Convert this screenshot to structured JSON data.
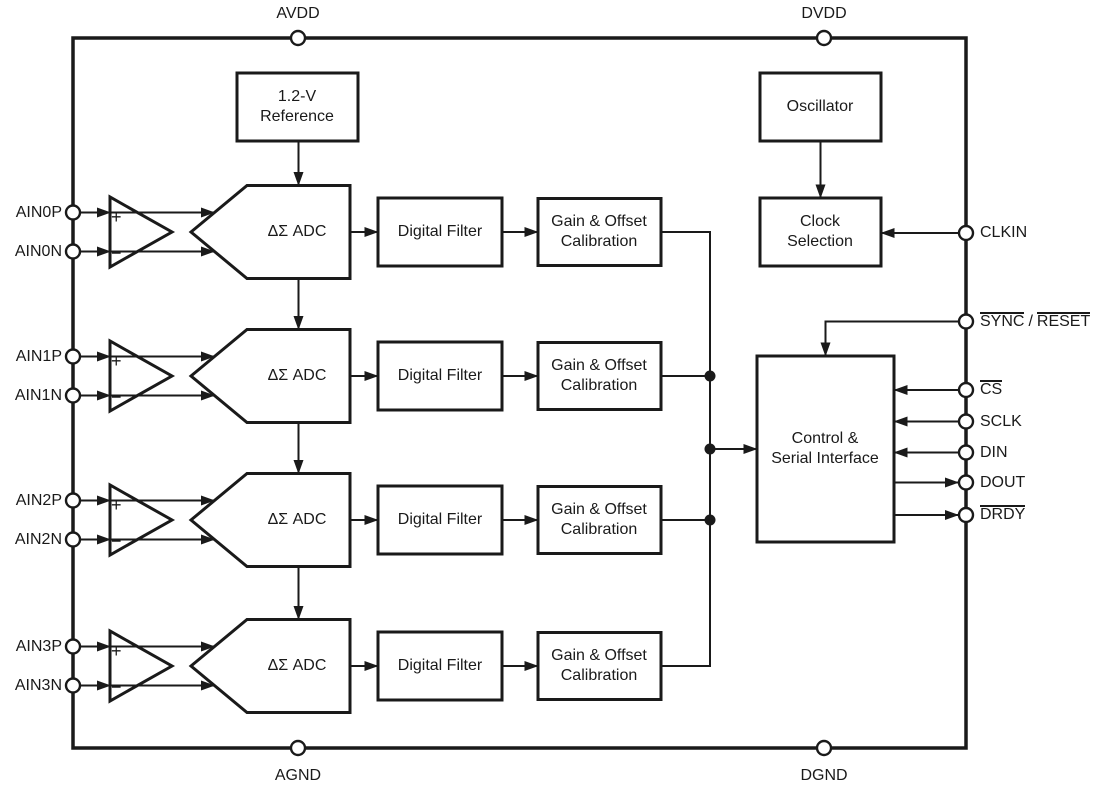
{
  "diagram": {
    "title_hint": "Quad delta-sigma ADC functional block diagram",
    "colors": {
      "ink": "#1a1a1a",
      "background": "#ffffff"
    },
    "power_pins": {
      "avdd": "AVDD",
      "dvdd": "DVDD",
      "agnd": "AGND",
      "dgnd": "DGND"
    },
    "analog_inputs": [
      {
        "p": "AIN0P",
        "n": "AIN0N"
      },
      {
        "p": "AIN1P",
        "n": "AIN1N"
      },
      {
        "p": "AIN2P",
        "n": "AIN2N"
      },
      {
        "p": "AIN3P",
        "n": "AIN3N"
      }
    ],
    "amp": {
      "plus": "+",
      "minus": "−"
    },
    "blocks": {
      "reference": "1.2-V\nReference",
      "oscillator": "Oscillator",
      "clock_selection": "Clock\nSelection",
      "adc": "ΔΣ ADC",
      "digital_filter": "Digital Filter",
      "calibration": "Gain & Offset\nCalibration",
      "control": "Control &\nSerial Interface"
    },
    "right_pins": {
      "clkin": "CLKIN",
      "sync": "SYNC",
      "separator": "/",
      "reset": "RESET",
      "cs": "CS",
      "sclk": "SCLK",
      "din": "DIN",
      "dout": "DOUT",
      "drdy": "DRDY"
    }
  }
}
